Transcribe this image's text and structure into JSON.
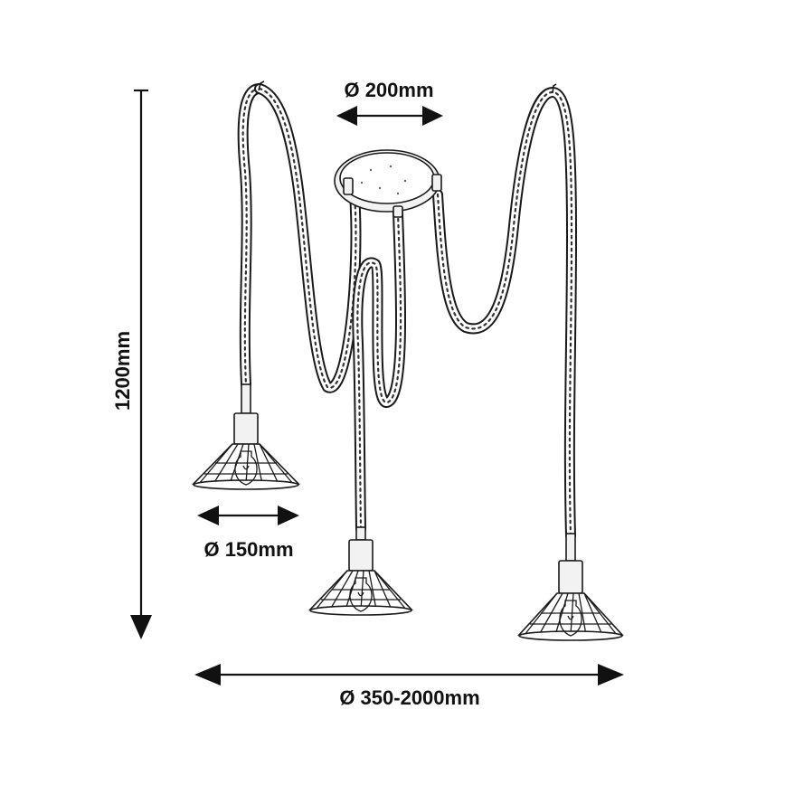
{
  "dimensions": {
    "canopy_diameter": "Ø 200mm",
    "shade_diameter": "Ø 150mm",
    "overall_height": "1200mm",
    "spread_diameter": "Ø 350-2000mm"
  },
  "colors": {
    "line": "#111111",
    "background": "#ffffff",
    "metal_fill": "#f2f2f2"
  }
}
